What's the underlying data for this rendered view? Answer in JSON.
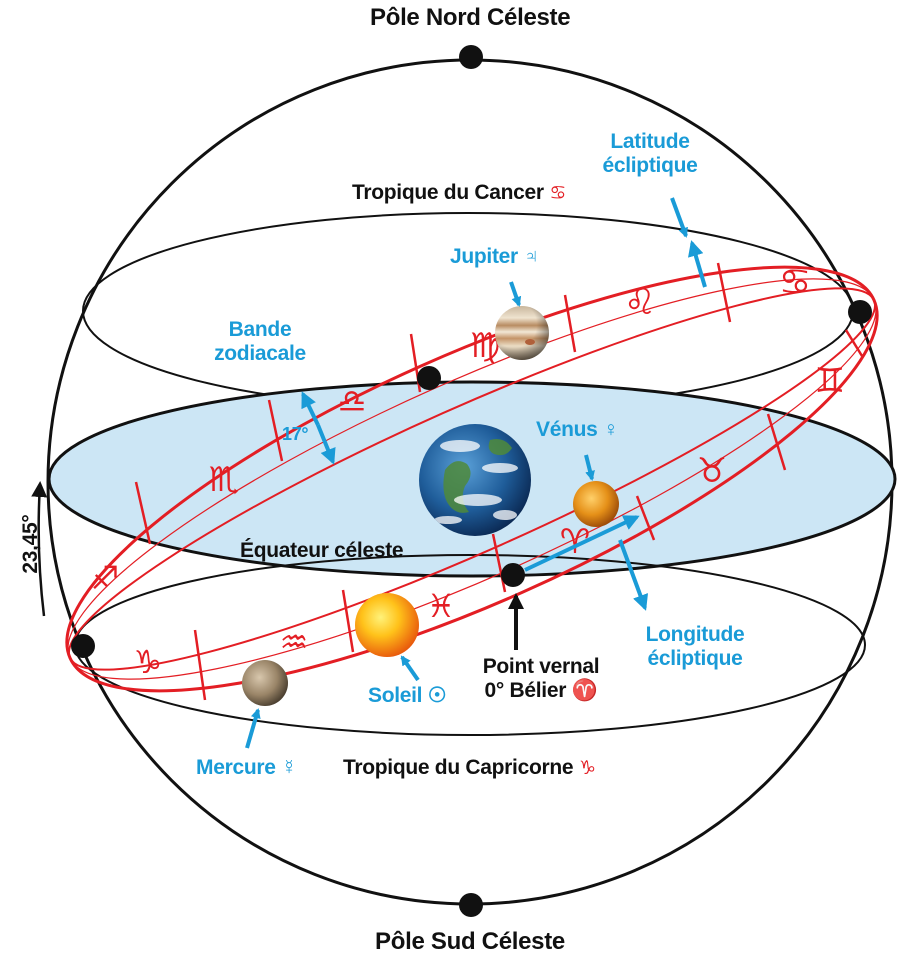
{
  "poles": {
    "north": "Pôle Nord Céleste",
    "south": "Pôle Sud Céleste"
  },
  "circles": {
    "cancer_label": "Tropique du Cancer",
    "cancer_symbol": "♋",
    "equator_label": "Équateur céleste",
    "capricorn_label": "Tropique du Capricorne",
    "capricorn_symbol": "♑"
  },
  "annotations": {
    "latitude_line1": "Latitude",
    "latitude_line2": "écliptique",
    "longitude_line1": "Longitude",
    "longitude_line2": "écliptique",
    "band_line1": "Bande",
    "band_line2": "zodiacale",
    "band_width": "17°",
    "tilt": "23,45°",
    "vernal_line1": "Point vernal",
    "vernal_line2": "0° Bélier ♈"
  },
  "bodies": {
    "jupiter": "Jupiter ♃",
    "venus": "Vénus ♀",
    "sun": "Soleil ☉",
    "mercury": "Mercure ☿"
  },
  "zodiac_signs": [
    {
      "name": "cancer",
      "symbol": "♋"
    },
    {
      "name": "leo",
      "symbol": "♌"
    },
    {
      "name": "virgo",
      "symbol": "♍"
    },
    {
      "name": "libra",
      "symbol": "♎"
    },
    {
      "name": "scorpio",
      "symbol": "♏"
    },
    {
      "name": "sagittarius",
      "symbol": "♐"
    },
    {
      "name": "capricorn",
      "symbol": "♑"
    },
    {
      "name": "aquarius",
      "symbol": "♒"
    },
    {
      "name": "pisces",
      "symbol": "♓"
    },
    {
      "name": "aries",
      "symbol": "♈"
    },
    {
      "name": "taurus",
      "symbol": "♉"
    },
    {
      "name": "gemini",
      "symbol": "♊"
    }
  ],
  "colors": {
    "ecliptic_red": "#e31e24",
    "label_blue": "#1a9bd7",
    "equator_fill": "#cce6f5",
    "outline": "#111111"
  }
}
